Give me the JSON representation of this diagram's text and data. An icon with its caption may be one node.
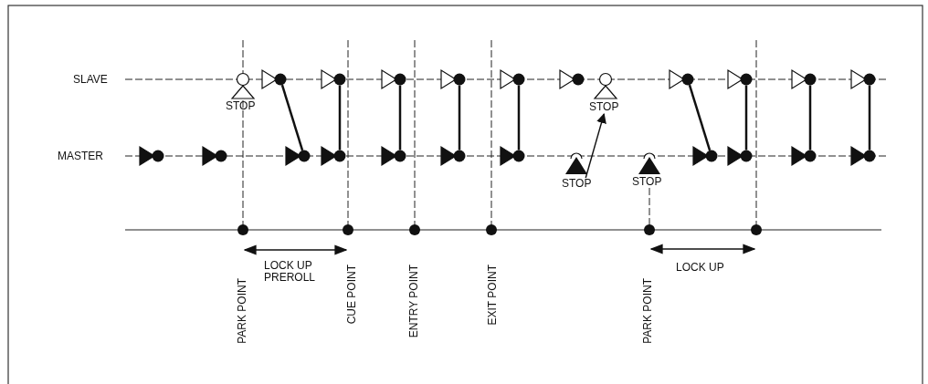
{
  "diagram": {
    "nodes": [
      {
        "text": [
          "STOP"
        ]
      },
      {
        "text": [
          "STOP"
        ]
      },
      {
        "text": [
          "STOP"
        ]
      },
      {
        "text": [
          "STOP"
        ]
      },
      {
        "text": [],
        "shape": "triangle"
      },
      {
        "text": [],
        "shape": "triangle"
      },
      {
        "text": [],
        "shape": "triangle"
      },
      {
        "text": [],
        "shape": "triangle"
      },
      {
        "text": [],
        "shape": "triangle"
      },
      {
        "text": [],
        "shape": "triangle"
      },
      {
        "text": [],
        "shape": "triangle"
      },
      {
        "text": [],
        "shape": "triangle"
      },
      {
        "text": [],
        "shape": "triangle"
      },
      {
        "text": [],
        "shape": "triangle"
      },
      {
        "text": [],
        "shape": "triangle"
      },
      {
        "text": [],
        "shape": "triangle"
      },
      {
        "text": [],
        "shape": "triangle"
      },
      {
        "text": [],
        "shape": "triangle"
      },
      {
        "text": [],
        "shape": "triangle"
      },
      {
        "text": [],
        "shape": "triangle"
      },
      {
        "text": [],
        "shape": "triangle"
      },
      {
        "text": [],
        "shape": "triangle"
      },
      {
        "text": [],
        "shape": "triangle"
      },
      {
        "text": [],
        "shape": "triangle"
      },
      {
        "text": [],
        "shape": "triangle"
      }
    ],
    "edges": [
      {
        "from": 2,
        "to": 1,
        "arrow": "to"
      },
      {
        "from": 4,
        "to": 16,
        "arrow": "none"
      },
      {
        "from": 5,
        "to": 17,
        "arrow": "none"
      },
      {
        "from": 6,
        "to": 18,
        "arrow": "none"
      },
      {
        "from": 7,
        "to": 19,
        "arrow": "none"
      },
      {
        "from": 8,
        "to": 20,
        "arrow": "none"
      },
      {
        "from": 10,
        "to": 21,
        "arrow": "none"
      },
      {
        "from": 11,
        "to": 22,
        "arrow": "none"
      },
      {
        "from": 12,
        "to": 23,
        "arrow": "none"
      },
      {
        "from": 13,
        "to": 24,
        "arrow": "none"
      }
    ],
    "labels": [
      "SLAVE",
      "MASTER",
      "LOCK UP PREROLL",
      "LOCK UP",
      "PARK POINT",
      "CUE POINT",
      "ENTRY POINT",
      "EXIT POINT",
      "PARK POINT"
    ]
  }
}
